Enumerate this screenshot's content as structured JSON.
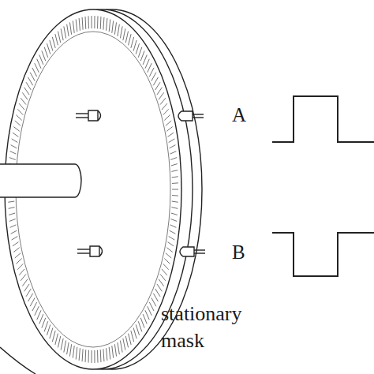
{
  "diagram": {
    "labels": [
      "A",
      "B",
      "stationary mask"
    ]
  }
}
